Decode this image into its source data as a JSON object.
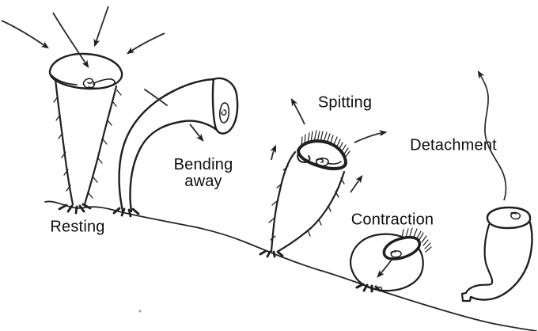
{
  "figure": {
    "labels": {
      "resting": "Resting",
      "bending": "Bending\naway",
      "spitting": "Spitting",
      "contraction": "Contraction",
      "detachment": "Detachment"
    },
    "colors": {
      "ink": "#1f1f1f",
      "background": "#ffffff"
    }
  }
}
